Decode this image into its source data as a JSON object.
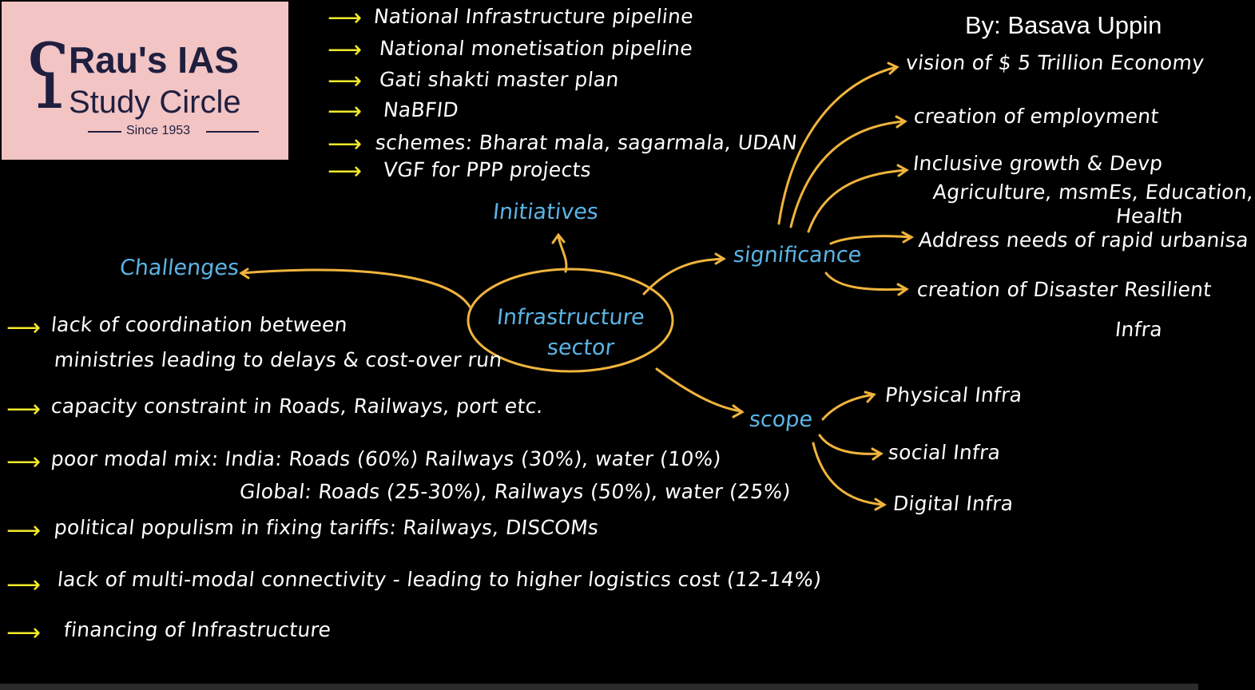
{
  "logo": {
    "line1": "Rau's IAS",
    "line2": "Study Circle",
    "line3": "Since 1953"
  },
  "author": "By: Basava Uppin",
  "center": {
    "line1": "Infrastructure",
    "line2": "sector"
  },
  "branches": {
    "initiatives": "Initiatives",
    "challenges": "Challenges",
    "significance": "significance",
    "scope": "scope"
  },
  "initiatives_items": [
    "National Infrastructure pipeline",
    "National monetisation pipeline",
    "Gati shakti master plan",
    "NaBFID",
    "schemes: Bharat mala, sagarmala, UDAN",
    "VGF for PPP projects"
  ],
  "significance_items": [
    "vision of $ 5 Trillion Economy",
    "creation of employment",
    "Inclusive growth & Devp",
    "Agriculture, msmEs, Education,",
    "Health",
    "Address needs of rapid urbanisa",
    "creation of Disaster Resilient",
    "Infra"
  ],
  "scope_items": [
    "Physical Infra",
    "social Infra",
    "Digital Infra"
  ],
  "challenges_items": [
    "lack of coordination between",
    "ministries leading to delays & cost-over run",
    "capacity constraint in Roads, Railways, port etc.",
    "poor modal mix: India: Roads (60%) Railways (30%), water (10%)",
    "Global: Roads (25-30%), Railways (50%), water (25%)",
    "political populism in fixing tariffs: Railways, DISCOMs",
    "lack of multi-modal connectivity - leading to higher logistics cost (12-14%)",
    "financing of Infrastructure"
  ],
  "colors": {
    "background": "#000000",
    "text": "#ffffff",
    "heading": "#5ab4e6",
    "connector": "#f0b43c",
    "bullet_arrow": "#f2ea2b",
    "logo_bg": "#f2c4c4",
    "logo_text": "#1f1f3f"
  },
  "icons": {
    "bullet": "right-arrow-icon"
  }
}
